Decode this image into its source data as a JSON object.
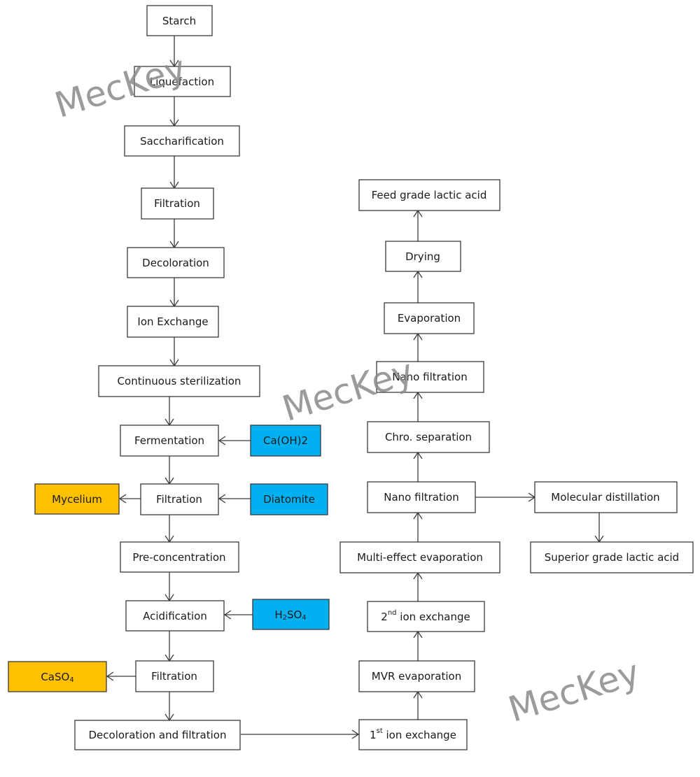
{
  "steps": {
    "starch": "Starch",
    "liquefaction": "Liquefaction",
    "saccharification": "Saccharification",
    "filtration_1": "Filtration",
    "decoloration": "Decoloration",
    "ion_exchange": "Ion Exchange",
    "continuous_sterilization": "Continuous sterilization",
    "fermentation": "Fermentation",
    "filtration_2": "Filtration",
    "pre_concentration": "Pre-concentration",
    "acidification": "Acidification",
    "filtration_3": "Filtration",
    "decoloration_and_filtration": "Decoloration and filtration",
    "first_ion_exchange": {
      "pre": "1",
      "sup": "st",
      "post": " ion exchange"
    },
    "mvr_evaporation": "MVR evaporation",
    "second_ion_exchange": {
      "pre": "2",
      "sup": "nd",
      "post": " ion exchange"
    },
    "multi_effect_evaporation": "Multi-effect evaporation",
    "nano_filtration_1": "Nano filtration",
    "chro_separation": "Chro. separation",
    "nano_filtration_2": "Nano filtration",
    "evaporation": "Evaporation",
    "drying": "Drying",
    "feed_grade_lactic_acid": "Feed grade lactic acid",
    "molecular_distillation": "Molecular distillation",
    "superior_grade_lactic_acid": "Superior grade lactic acid"
  },
  "inputs": {
    "caoh2": "Ca(OH)2",
    "diatomite": "Diatomite",
    "h2so4": {
      "a": "H",
      "sub1": "2",
      "b": "SO",
      "sub2": "4"
    }
  },
  "outputs": {
    "mycelium": "Mycelium",
    "caso4": {
      "a": "CaSO",
      "sub": "4"
    }
  },
  "watermark": "MecKey",
  "colors": {
    "input_fill": "#00b0f0",
    "output_fill": "#ffc000",
    "stroke": "#3a3a3a"
  }
}
